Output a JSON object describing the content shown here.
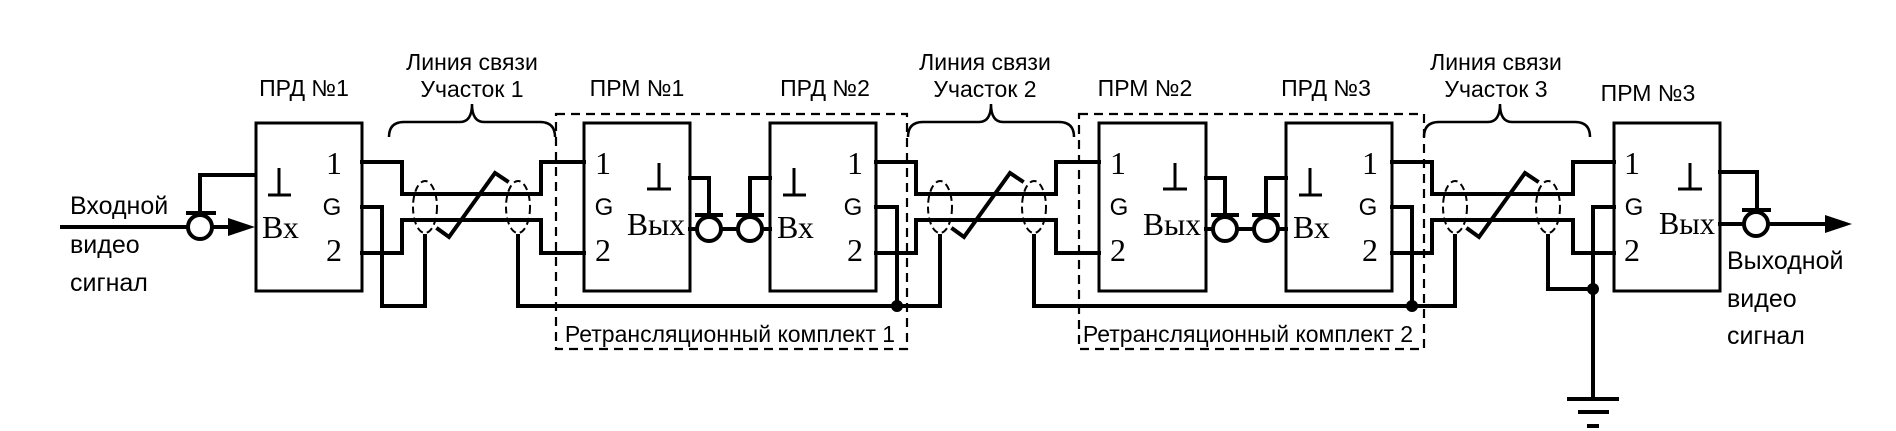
{
  "diagram": {
    "title": "Схема ретрансляции видеосигнала по линиям связи",
    "input_signal": {
      "line1": "Входной",
      "line2": "видео",
      "line3": "сигнал"
    },
    "output_signal": {
      "line1": "Выходной",
      "line2": "видео",
      "line3": "сигнал"
    },
    "units": [
      {
        "id": "prd1",
        "label": "ПРД №1",
        "type": "transmitter",
        "io_label": "Вх",
        "ground_symbol": "⊥",
        "pins": [
          "1",
          "G",
          "2"
        ]
      },
      {
        "id": "prm1",
        "label": "ПРМ №1",
        "type": "receiver",
        "io_label": "Вых",
        "ground_symbol": "⊥",
        "pins": [
          "1",
          "G",
          "2"
        ]
      },
      {
        "id": "prd2",
        "label": "ПРД №2",
        "type": "transmitter",
        "io_label": "Вх",
        "ground_symbol": "⊥",
        "pins": [
          "1",
          "G",
          "2"
        ]
      },
      {
        "id": "prm2",
        "label": "ПРМ №2",
        "type": "receiver",
        "io_label": "Вых",
        "ground_symbol": "⊥",
        "pins": [
          "1",
          "G",
          "2"
        ]
      },
      {
        "id": "prd3",
        "label": "ПРД №3",
        "type": "transmitter",
        "io_label": "Вх",
        "ground_symbol": "⊥",
        "pins": [
          "1",
          "G",
          "2"
        ]
      },
      {
        "id": "prm3",
        "label": "ПРМ №3",
        "type": "receiver",
        "io_label": "Вых",
        "ground_symbol": "⊥",
        "pins": [
          "1",
          "G",
          "2"
        ]
      }
    ],
    "lines": [
      {
        "line1": "Линия связи",
        "line2": "Участок 1"
      },
      {
        "line1": "Линия связи",
        "line2": "Участок 2"
      },
      {
        "line1": "Линия связи",
        "line2": "Участок 3"
      }
    ],
    "relay_sets": [
      {
        "label": "Ретрансляционный комплект 1"
      },
      {
        "label": "Ретрансляционный комплект 2"
      }
    ],
    "ground_icon": "earth-ground-icon",
    "connector_icon": "coax-connector-icon"
  }
}
